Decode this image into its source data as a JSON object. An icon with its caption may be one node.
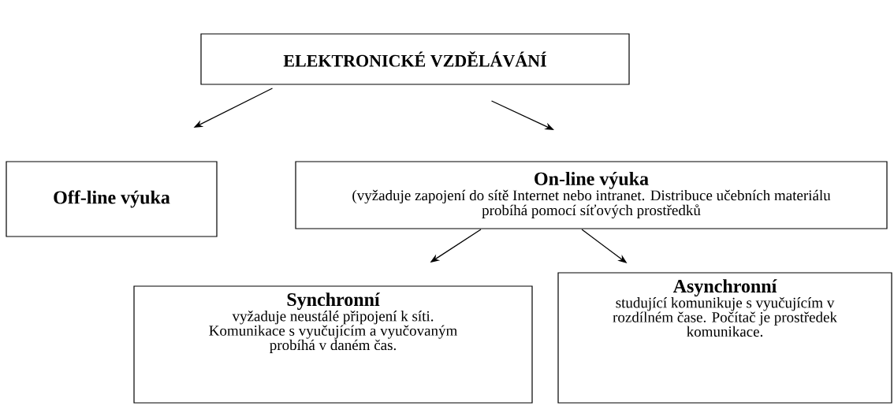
{
  "diagram": {
    "nodes": [
      {
        "text": [
          "ELEKTRONICKÉ VZDĚLÁVÁNÍ"
        ]
      },
      {
        "text": [
          "Off-line výuka"
        ]
      },
      {
        "text": [
          "On-line výuka",
          "(vyžaduje zapojení do sítě Internet nebo intranet. Distribuce učebních materiálu probíhá pomocí síťových prostředků"
        ]
      },
      {
        "text": [
          "Synchronní",
          "vyžaduje neustálé připojení k síti. Komunikace s vyučujícím a vyučovaným probíhá v daném čas."
        ]
      },
      {
        "text": [
          "Asynchronní",
          "studující komunikuje s vyučujícím v rozdílném čase. Počítač je prostředek komunikace."
        ]
      }
    ],
    "edges": [
      {
        "from": 0,
        "to": 1,
        "arrow": "to"
      },
      {
        "from": 0,
        "to": 2,
        "arrow": "to"
      },
      {
        "from": 2,
        "to": 3,
        "arrow": "to"
      },
      {
        "from": 2,
        "to": 4,
        "arrow": "to"
      }
    ]
  }
}
